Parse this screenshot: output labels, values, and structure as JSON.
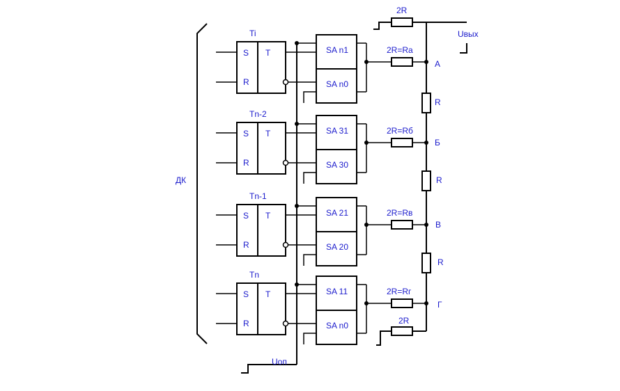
{
  "brace_label": "ДК",
  "uop_label": "Uоп",
  "uvyh_label": "Uвых",
  "top_resistor_label": "2R",
  "bottom_resistor_label": "2R",
  "triggers": [
    {
      "name": "Ti",
      "s": "S",
      "t": "T",
      "r": "R"
    },
    {
      "name": "Tn-2",
      "s": "S",
      "t": "T",
      "r": "R"
    },
    {
      "name": "Tn-1",
      "s": "S",
      "t": "T",
      "r": "R"
    },
    {
      "name": "Tn",
      "s": "S",
      "t": "T",
      "r": "R"
    }
  ],
  "switches": [
    {
      "top": "SA n1",
      "bottom": "SA n0"
    },
    {
      "top": "SA 31",
      "bottom": "SA 30"
    },
    {
      "top": "SA 21",
      "bottom": "SA 20"
    },
    {
      "top": "SA 11",
      "bottom": "SA n0"
    }
  ],
  "branch_resistors": [
    "2R=Ra",
    "2R=Rб",
    "2R=Rв",
    "2R=Rг"
  ],
  "nodes": [
    "A",
    "Б",
    "В",
    "Г"
  ],
  "ladder_resistors": [
    "R",
    "R",
    "R"
  ]
}
